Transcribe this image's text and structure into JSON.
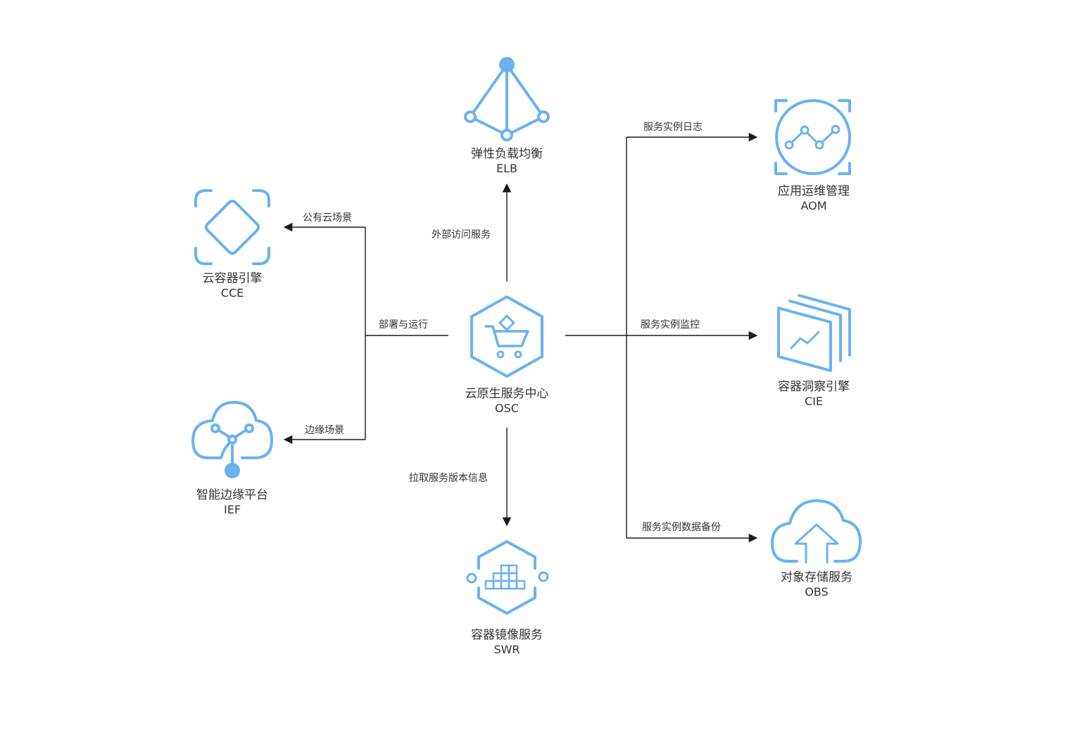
{
  "colors": {
    "icon_stroke": "#6ab2f0",
    "icon_fill": "#ffffff",
    "connector": "#1a1a1a",
    "text": "#333333"
  },
  "nodes": {
    "osc": {
      "name": "云原生服务中心",
      "code": "OSC",
      "icon": "hexagon-cart-icon"
    },
    "elb": {
      "name": "弹性负载均衡",
      "code": "ELB",
      "icon": "pyramid-network-icon"
    },
    "swr": {
      "name": "容器镜像服务",
      "code": "SWR",
      "icon": "hexagon-blocks-icon"
    },
    "cce": {
      "name": "云容器引擎",
      "code": "CCE",
      "icon": "diamond-frame-icon"
    },
    "ief": {
      "name": "智能边缘平台",
      "code": "IEF",
      "icon": "cloud-node-icon"
    },
    "aom": {
      "name": "应用运维管理",
      "code": "AOM",
      "icon": "circle-trend-icon"
    },
    "cie": {
      "name": "容器洞察引擎",
      "code": "CIE",
      "icon": "stacked-cards-icon"
    },
    "obs": {
      "name": "对象存储服务",
      "code": "OBS",
      "icon": "cloud-upload-icon"
    }
  },
  "edges": {
    "to_elb": "外部访问服务",
    "to_swr": "拉取服务版本信息",
    "deploy": "部署与运行",
    "to_cce": "公有云场景",
    "to_ief": "边缘场景",
    "to_aom": "服务实例日志",
    "to_cie": "服务实例监控",
    "to_obs": "服务实例数据备份"
  }
}
